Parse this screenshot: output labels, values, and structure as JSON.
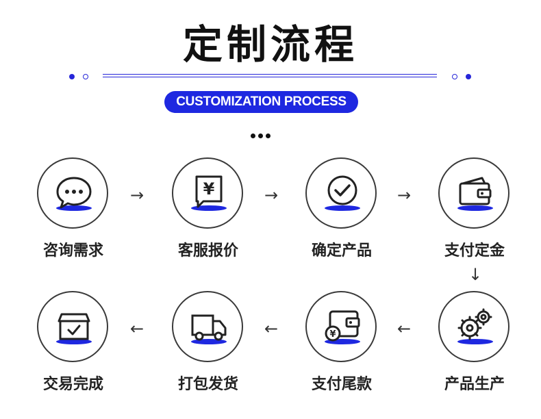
{
  "header": {
    "title": "定制流程",
    "subtitle": "CUSTOMIZATION PROCESS"
  },
  "colors": {
    "accent": "#1e28e0",
    "ink": "#222222"
  },
  "arrows": {
    "right": "→",
    "left": "←",
    "down": "↓"
  },
  "steps": [
    {
      "label": "咨询需求",
      "icon": "chat-bubble-icon"
    },
    {
      "label": "客服报价",
      "icon": "yen-quote-icon"
    },
    {
      "label": "确定产品",
      "icon": "check-circle-icon"
    },
    {
      "label": "支付定金",
      "icon": "wallet-icon"
    },
    {
      "label": "产品生产",
      "icon": "gears-icon"
    },
    {
      "label": "支付尾款",
      "icon": "wallet-yen-icon"
    },
    {
      "label": "打包发货",
      "icon": "delivery-truck-icon"
    },
    {
      "label": "交易完成",
      "icon": "box-check-icon"
    }
  ]
}
